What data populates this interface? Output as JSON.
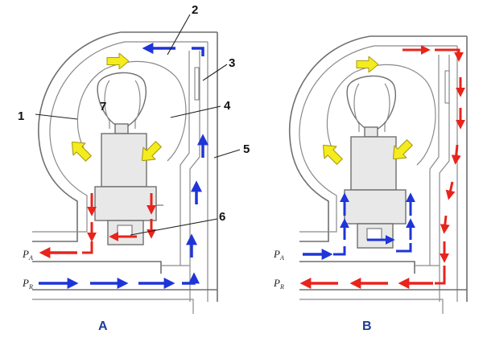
{
  "labels": {
    "n1": "1",
    "n2": "2",
    "n3": "3",
    "n4": "4",
    "n5": "5",
    "n6": "6",
    "n7": "7"
  },
  "pressure_labels": {
    "pa_main": "P",
    "pa_sub": "A",
    "pr_main": "P",
    "pr_sub": "R"
  },
  "panels": {
    "a_title": "A",
    "b_title": "B"
  },
  "colors": {
    "red_flow": "#e8241b",
    "blue_flow": "#1f35d8",
    "yellow_arrow": "#f4ec1c",
    "yellow_outline": "#a89a10",
    "title_blue": "#1e3c96"
  }
}
